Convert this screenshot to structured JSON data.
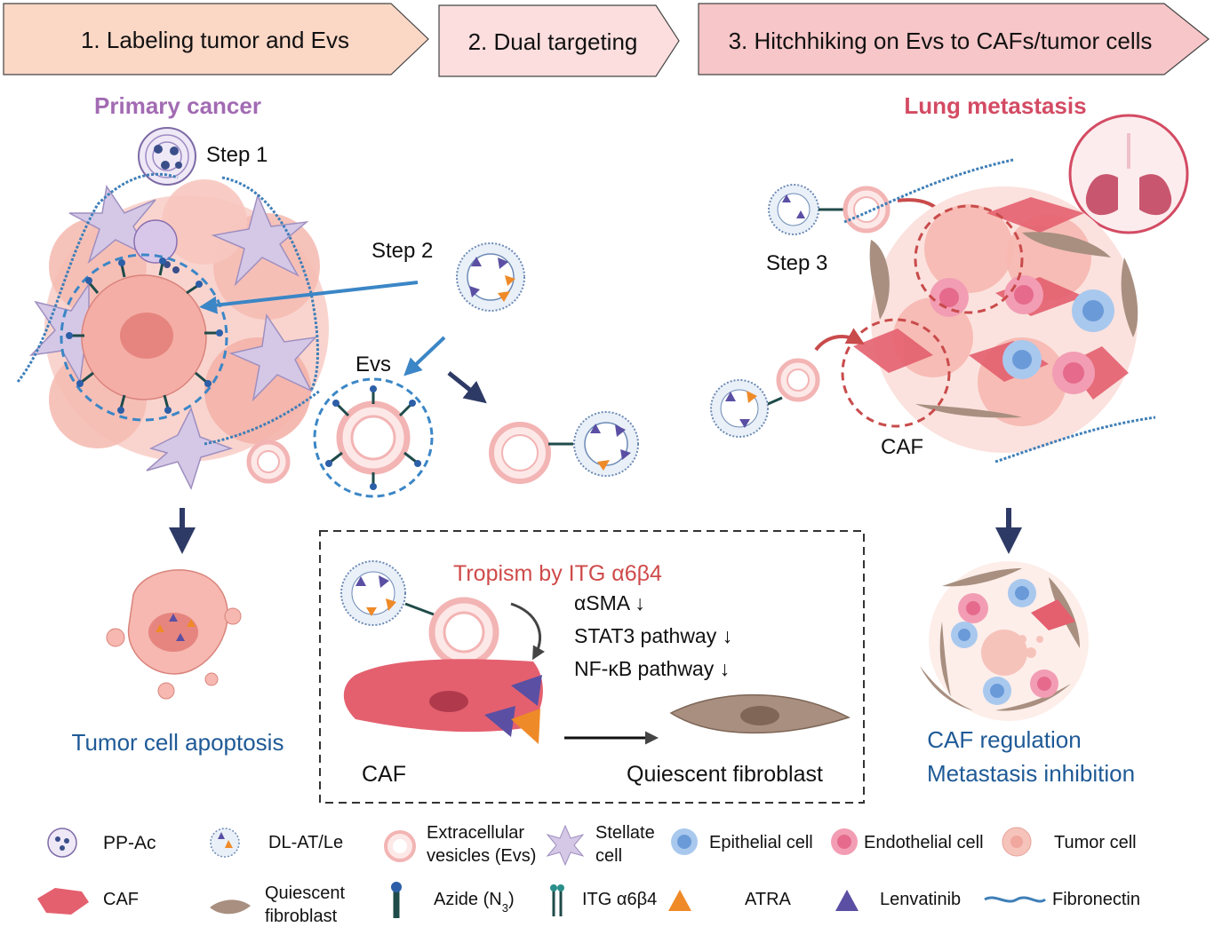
{
  "banners": [
    {
      "label": "1. Labeling tumor and Evs",
      "fill": "#fbd7c6"
    },
    {
      "label": "2. Dual targeting",
      "fill": "#fcdede"
    },
    {
      "label": "3. Hitchhiking on  Evs to CAFs/tumor cells",
      "fill": "#f7c6c8"
    }
  ],
  "left_panel": {
    "title": "Primary cancer",
    "title_color": "#a26bb3",
    "step1": "Step 1",
    "step2": "Step 2",
    "evs": "Evs",
    "outcome": "Tumor cell apoptosis"
  },
  "right_panel": {
    "title": "Lung metastasis",
    "title_color": "#d34b63",
    "step3": "Step 3",
    "caf": "CAF",
    "outcome_line1": "CAF regulation",
    "outcome_line2": "Metastasis inhibition"
  },
  "mechanism_box": {
    "tropism": "Tropism by ITG α6β4",
    "markers": [
      "αSMA ↓",
      "STAT3 pathway ↓",
      "NF-κB pathway ↓"
    ],
    "caf_label": "CAF",
    "quiescent_label": "Quiescent fibroblast"
  },
  "legend": {
    "row1": [
      {
        "icon": "pp-ac-icon",
        "label": "PP-Ac"
      },
      {
        "icon": "dl-at-le-icon",
        "label": "DL-AT/Le"
      },
      {
        "icon": "extracellular-vesicle-icon",
        "label": "Extracellular vesicles (Evs)"
      },
      {
        "icon": "stellate-cell-icon",
        "label": "Stellate cell"
      },
      {
        "icon": "epithelial-cell-icon",
        "label": "Epithelial cell"
      },
      {
        "icon": "endothelial-cell-icon",
        "label": "Endothelial cell"
      },
      {
        "icon": "tumor-cell-icon",
        "label": "Tumor cell"
      }
    ],
    "row2": [
      {
        "icon": "caf-icon",
        "label": "CAF"
      },
      {
        "icon": "quiescent-fibroblast-icon",
        "label": "Quiescent fibroblast"
      },
      {
        "icon": "azide-icon",
        "label": "Azide (N3)"
      },
      {
        "icon": "itg-icon",
        "label": "ITG α6β4"
      },
      {
        "icon": "atra-icon",
        "label": "ATRA"
      },
      {
        "icon": "lenvatinib-icon",
        "label": "Lenvatinib"
      },
      {
        "icon": "fibronectin-icon",
        "label": "Fibronectin"
      }
    ]
  },
  "colors": {
    "outcome_text": "#1f5a96",
    "arrow_dark": "#2e3a66",
    "arrow_blue": "#3b86c6",
    "tumor_pink": "#f6b8b0",
    "caf_red": "#e4606f",
    "fibroblast_brown": "#a88f80",
    "stellate_lilac": "#d5c8e6",
    "atra_orange": "#ef8a28",
    "lenvatinib_purple": "#5a4fa3",
    "ev_pink": "#f3b4b4",
    "box_red_text": "#cf4a4a"
  }
}
